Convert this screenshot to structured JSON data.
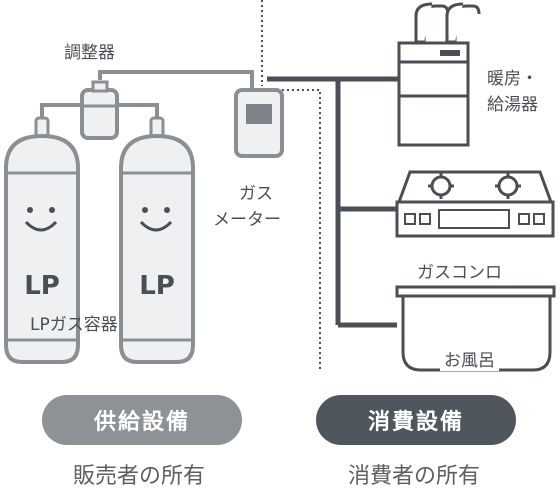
{
  "labels": {
    "regulator": "調整器",
    "gas_meter_line1": "ガス",
    "gas_meter_line2": "メーター",
    "heater_line1": "暖房・",
    "heater_line2": "給湯器",
    "stove": "ガスコンロ",
    "bath": "お風呂",
    "lp_containers": "LPガス容器",
    "cylinder_mark": "LP"
  },
  "sections": {
    "supply": {
      "title": "供給設備",
      "owner": "販売者の所有",
      "color": "#8d9297"
    },
    "consumer": {
      "title": "消費設備",
      "owner": "消費者の所有",
      "color": "#4f565d"
    }
  },
  "colors": {
    "line": "#4a4f55",
    "outline": "#8a8f94",
    "fill": "#eef0f2",
    "meter_window": "#7d8389"
  }
}
